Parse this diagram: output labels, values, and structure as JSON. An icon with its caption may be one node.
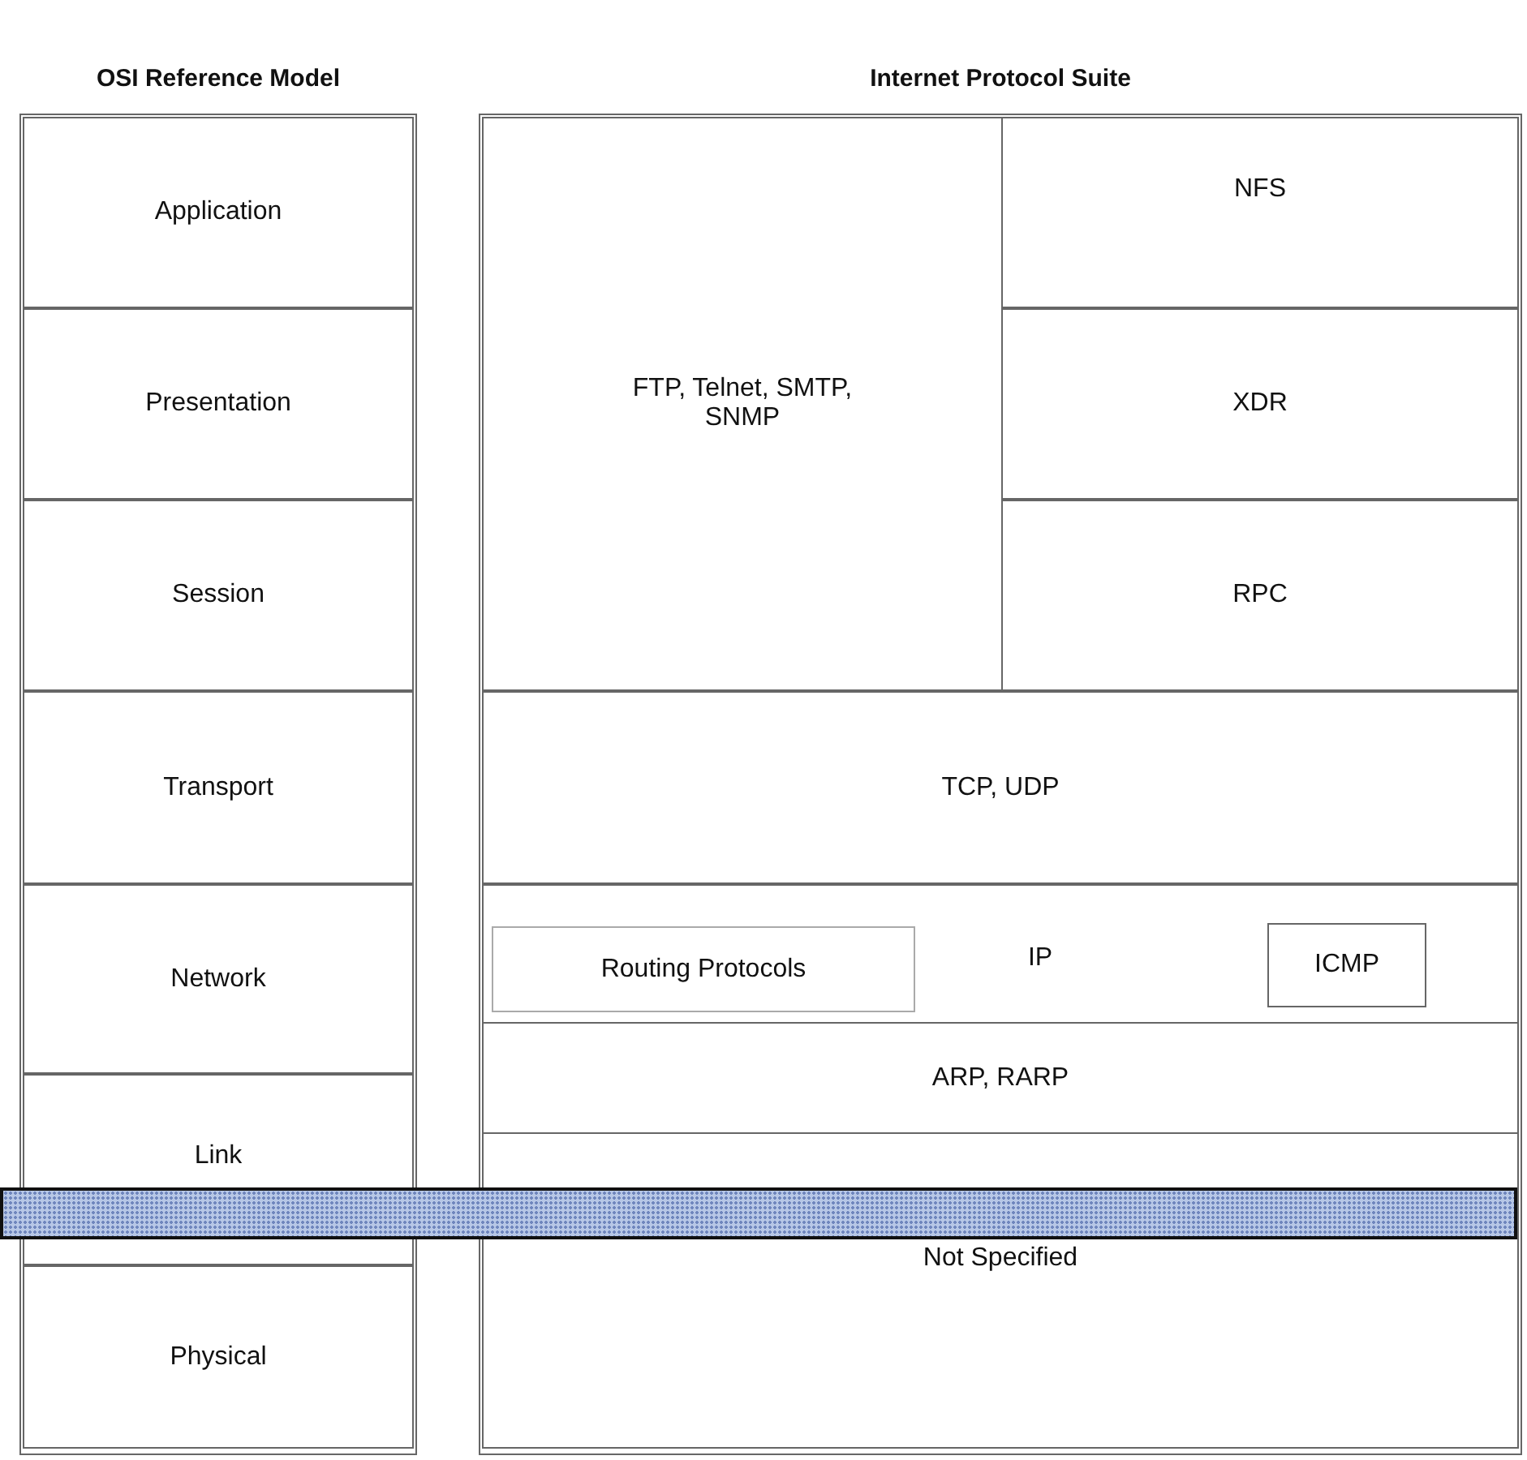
{
  "diagram": {
    "nodes": [
      {
        "text": [
          "OSI Reference Model"
        ]
      },
      {
        "text": [
          "Application"
        ],
        "in": 0
      },
      {
        "text": [
          "Presentation"
        ],
        "in": 0
      },
      {
        "text": [
          "Session"
        ],
        "in": 0
      },
      {
        "text": [
          "Transport"
        ],
        "in": 0
      },
      {
        "text": [
          "Network"
        ],
        "in": 0
      },
      {
        "text": [
          "Link"
        ],
        "in": 0
      },
      {
        "text": [
          "Physical"
        ],
        "in": 0
      },
      {
        "text": [
          "Internet Protocol Suite"
        ]
      },
      {
        "text": [
          "FTP, Telnet, SMTP, SNMP"
        ],
        "in": 8
      },
      {
        "text": [
          "NFS"
        ],
        "in": 8
      },
      {
        "text": [
          "XDR"
        ],
        "in": 8
      },
      {
        "text": [
          "RPC"
        ],
        "in": 8
      },
      {
        "text": [
          "TCP, UDP"
        ],
        "in": 8
      },
      {
        "text": [
          "IP"
        ],
        "in": 8
      },
      {
        "text": [
          "Routing Protocols"
        ],
        "in": 14
      },
      {
        "text": [
          "ICMP"
        ],
        "in": 14
      },
      {
        "text": [
          "ARP, RARP"
        ],
        "in": 8
      },
      {
        "text": [
          "Not Specified"
        ],
        "in": 8
      },
      {
        "text": [],
        "shape": "bar"
      }
    ]
  }
}
